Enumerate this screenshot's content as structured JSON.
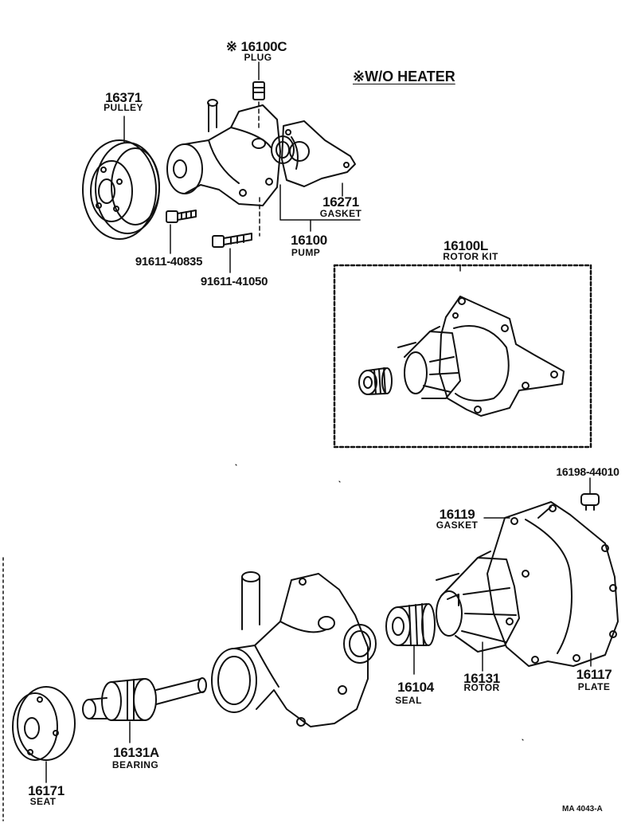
{
  "note": "※W/O HEATER",
  "parts": {
    "plug": {
      "mark": "※",
      "number": "16100C",
      "name": "PLUG"
    },
    "pulley": {
      "number": "16371",
      "name": "PULLEY"
    },
    "gasket_top": {
      "number": "16271",
      "name": "GASKET"
    },
    "pump": {
      "number": "16100",
      "name": "PUMP"
    },
    "bolt_a": {
      "number": "91611-40835"
    },
    "bolt_b": {
      "number": "91611-41050"
    },
    "rotor_kit": {
      "number": "16100L",
      "name": "ROTOR KIT"
    },
    "screw": {
      "number": "16198-44010"
    },
    "gasket_plate": {
      "number": "16119",
      "name": "GASKET"
    },
    "seal": {
      "number": "16104",
      "name": "SEAL"
    },
    "rotor": {
      "number": "16131",
      "name": "ROTOR"
    },
    "plate": {
      "number": "16117",
      "name": "PLATE"
    },
    "bearing": {
      "number": "16131A",
      "name": "BEARING"
    },
    "seat": {
      "number": "16171",
      "name": "SEAT"
    }
  },
  "catalog_code": "MA 4043-A"
}
